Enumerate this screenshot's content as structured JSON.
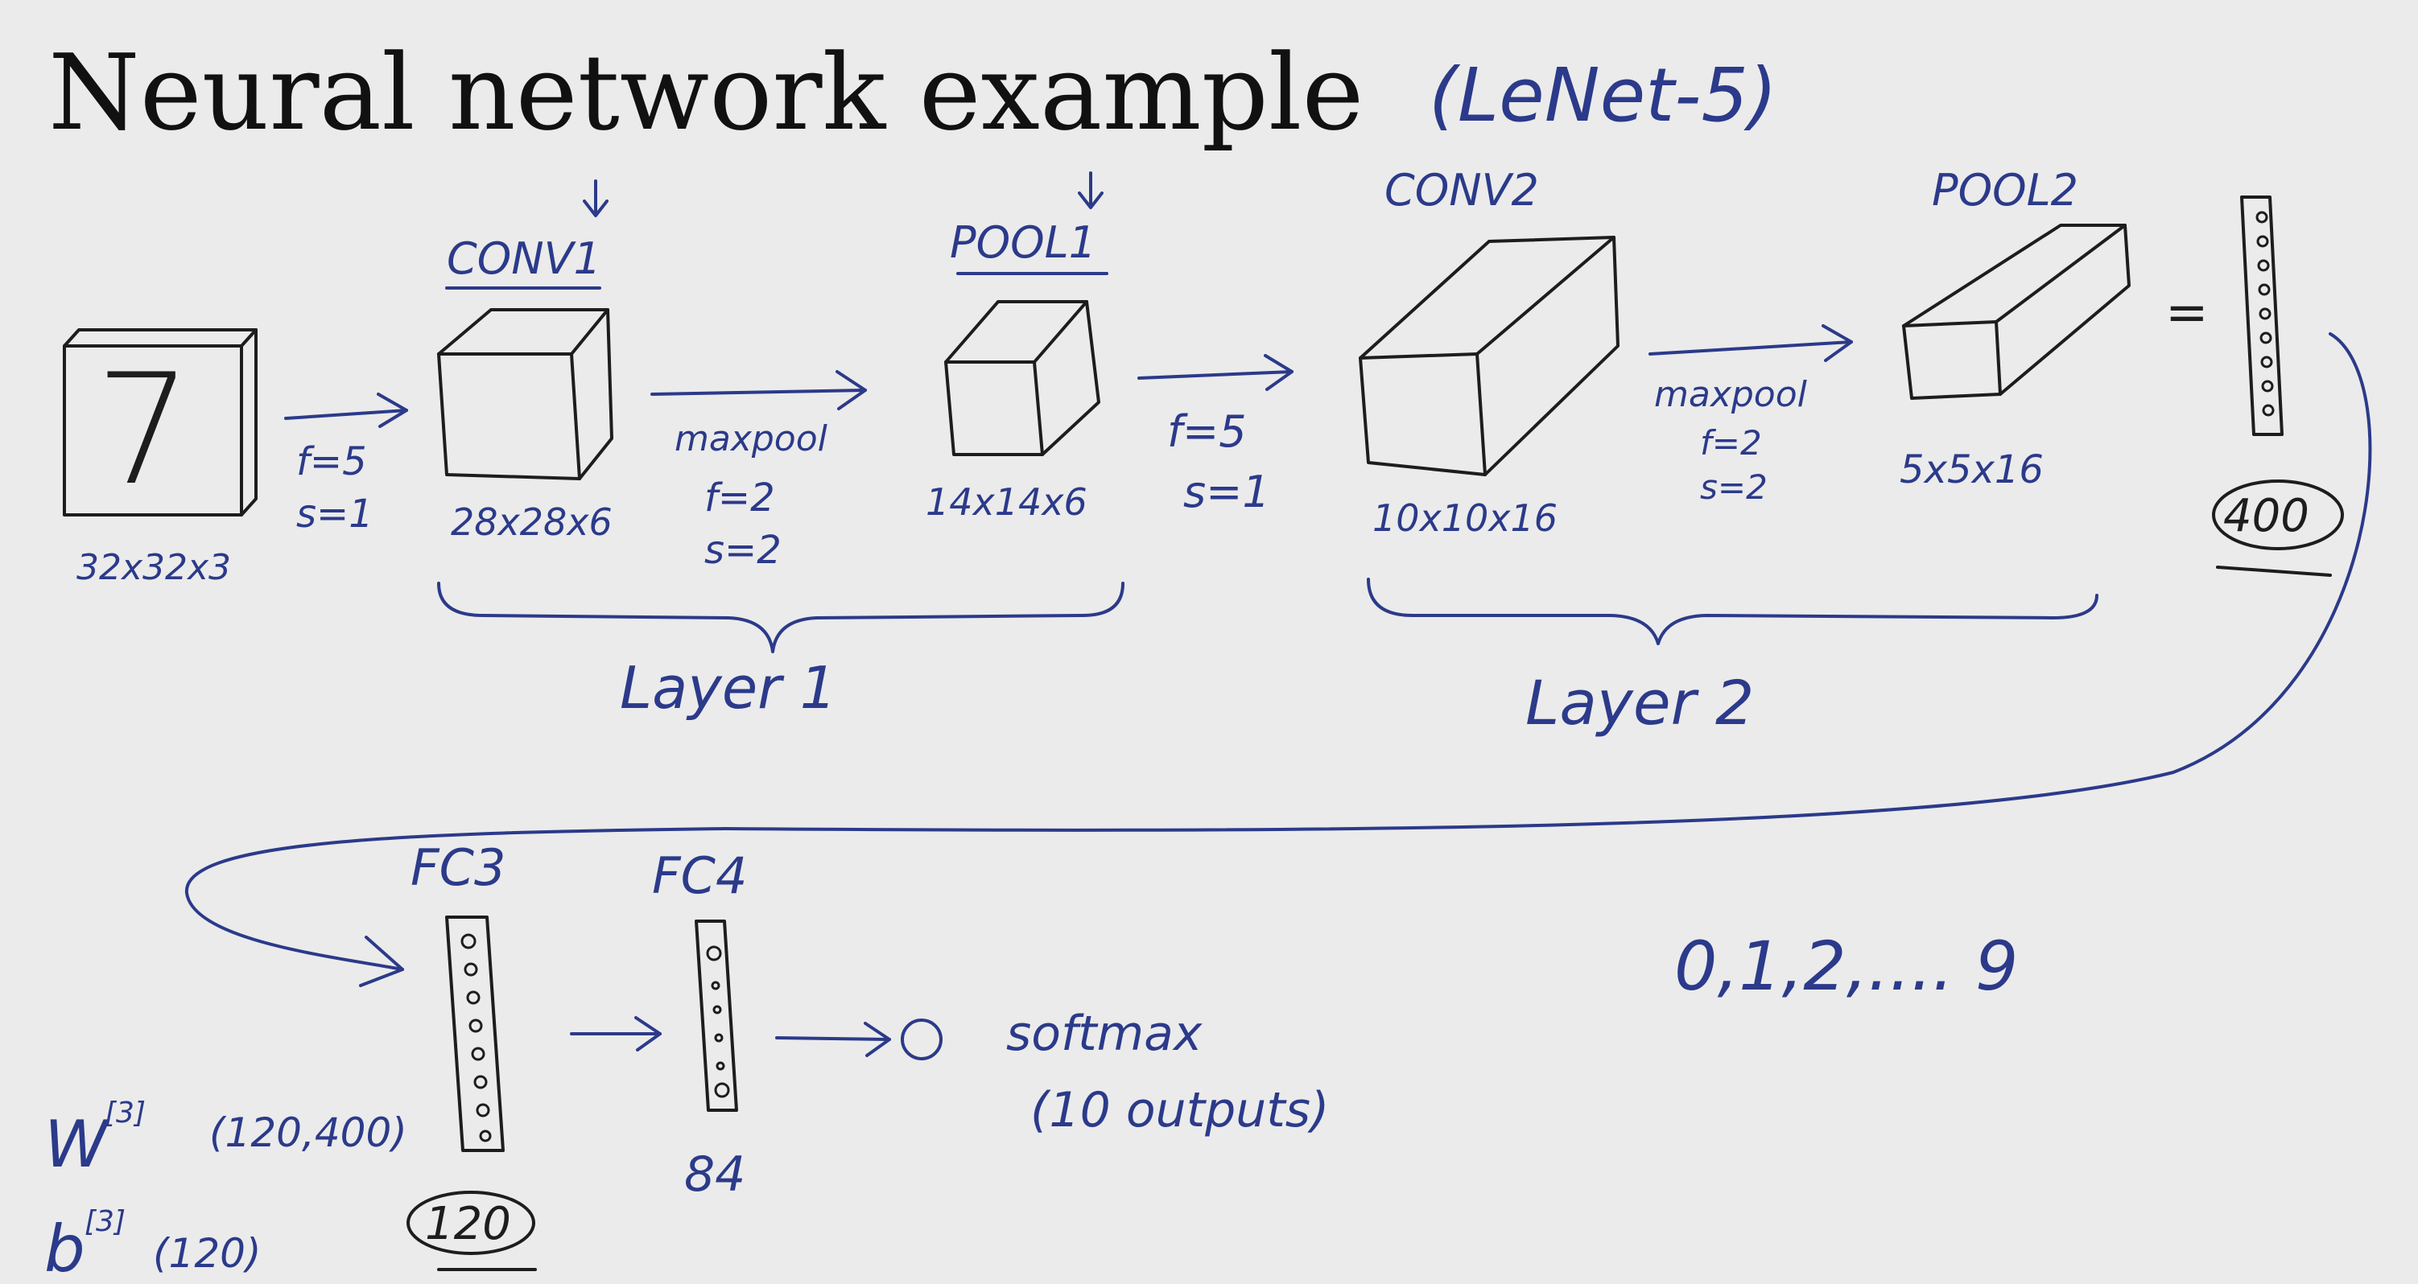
{
  "title": "Neural network example",
  "title_note": "(LeNet-5)",
  "input": {
    "digit": "7",
    "dims": "32x32x3"
  },
  "step1": {
    "f": "f=5",
    "s": "s=1"
  },
  "conv1": {
    "label": "CONV1",
    "dims": "28x28x6"
  },
  "pool_step1": {
    "op": "maxpool",
    "f": "f=2",
    "s": "s=2"
  },
  "pool1": {
    "label": "POOL1",
    "dims": "14x14x6"
  },
  "step2": {
    "f": "f=5",
    "s": "s=1"
  },
  "conv2": {
    "label": "CONV2",
    "dims": "10x10x16"
  },
  "pool_step2": {
    "op": "maxpool",
    "f": "f=2",
    "s": "s=2"
  },
  "pool2": {
    "label": "POOL2",
    "dims": "5x5x16"
  },
  "equals": "=",
  "flat": {
    "size": "400"
  },
  "layer1": "Layer 1",
  "layer2": "Layer 2",
  "fc3": {
    "label": "FC3",
    "size": "120"
  },
  "fc4": {
    "label": "FC4",
    "size": "84"
  },
  "weights": {
    "w": "W",
    "w_sup": "[3]",
    "w_shape": "(120,400)",
    "b": "b",
    "b_sup": "[3]",
    "b_shape": "(120)"
  },
  "softmax": {
    "label": "softmax",
    "outputs": "(10 outputs)"
  },
  "classes": "0,1,2,.... 9"
}
